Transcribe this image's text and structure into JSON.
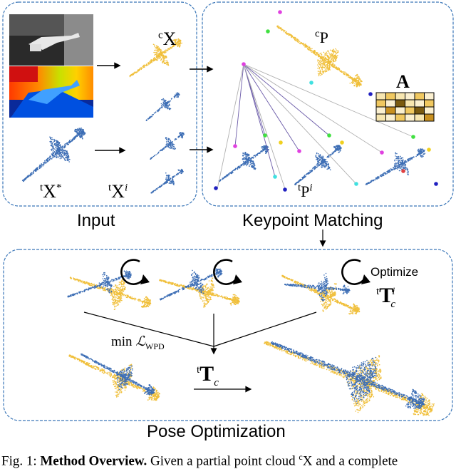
{
  "sections": {
    "input": "Input",
    "keypoint": "Keypoint Matching",
    "pose": "Pose Optimization"
  },
  "labels": {
    "cX_sup": "c",
    "cX_main": "X",
    "tXstar_sup": "t",
    "tXstar_main": "X",
    "tXstar_star": "*",
    "tXi_sup": "t",
    "tXi_main": "X",
    "tXi_i": "i",
    "cP_sup": "c",
    "cP_main": "P",
    "tPi_sup": "t",
    "tPi_main": "P",
    "tPi_i": "i",
    "A": "A",
    "optimize": "Optimize",
    "tTci_sup": "t",
    "tTci_main": "T",
    "tTci_i": "i",
    "tTci_c": "c",
    "min_text": "min",
    "min_L": "ℒ",
    "min_sub": "WPD",
    "tTc_sup": "t",
    "tTc_main": "T",
    "tTc_c": "c"
  },
  "caption": {
    "prefix": "Fig. 1: ",
    "bold": "Method Overview.",
    "rest": " Given a partial point cloud ",
    "sym_sup": "c",
    "sym_main": "X",
    "tail": " and a complete"
  },
  "colors": {
    "yellow": "#f0bf3a",
    "blue": "#3d6eb5",
    "frame": "#3a76b8",
    "line": "#6a5aa8"
  }
}
